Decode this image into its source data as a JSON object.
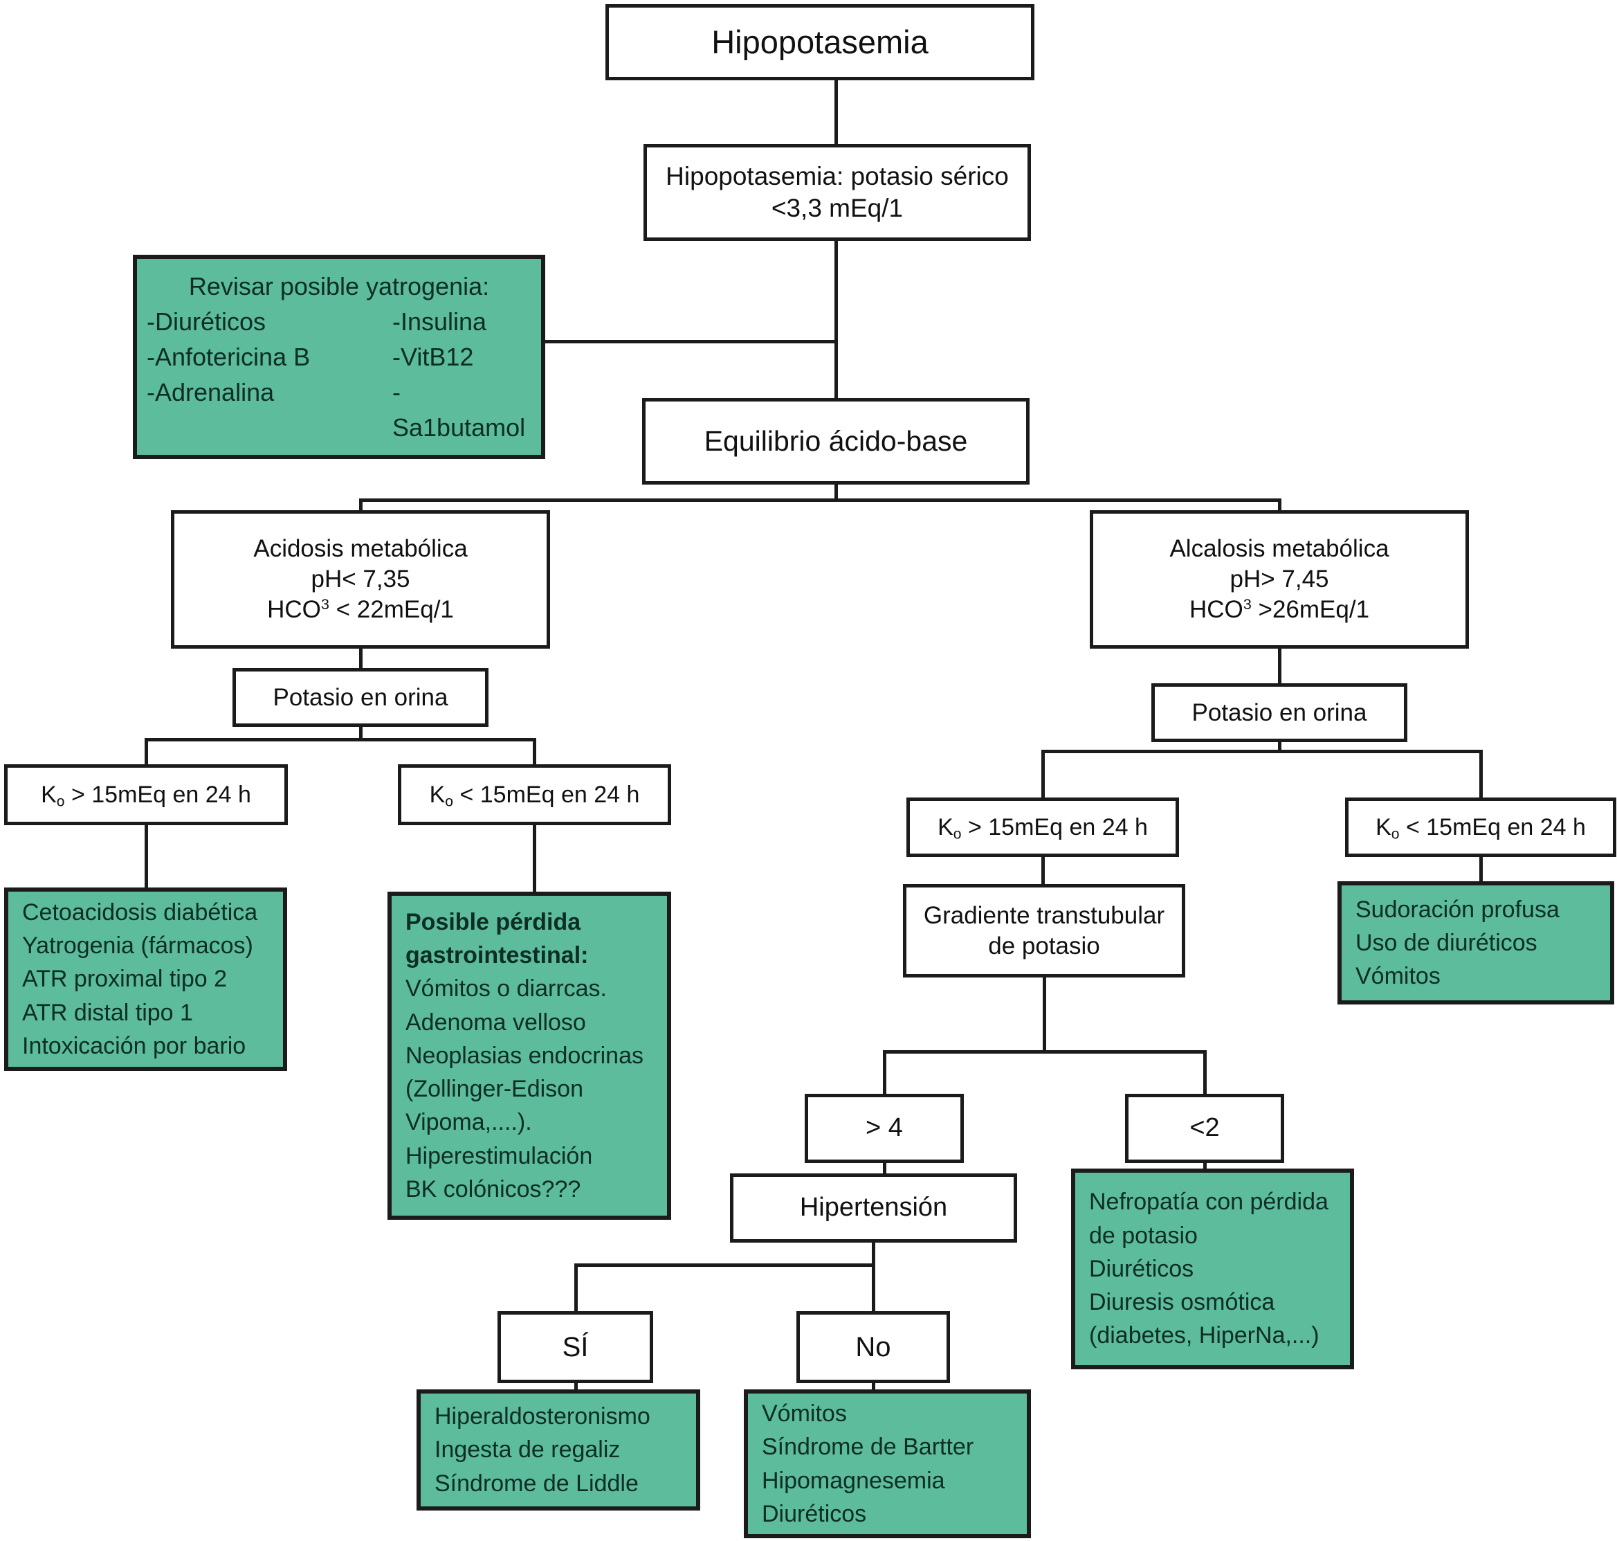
{
  "colors": {
    "green_fill": "#5cbc9c",
    "line": "#1b1b1b",
    "text": "#111111",
    "green_text": "#0e2d24",
    "background": "#ffffff"
  },
  "nodes": {
    "title": "Hipopotasemia",
    "definition": {
      "line1": "Hipopotasemia: potasio sérico",
      "line2": "<3,3 mEq/1"
    },
    "yatrogenia": {
      "title": "Revisar posible yatrogenia:",
      "col1": [
        "-Diuréticos",
        "-Anfotericina B",
        "-Adrenalina"
      ],
      "col2": [
        "-Insulina",
        "-VitB12",
        "-Sa1butamol"
      ]
    },
    "equilibrio": "Equilibrio ácido-base",
    "acidosis": {
      "line1": "Acidosis metabólica",
      "line2": "pH< 7,35",
      "hco_base": "HCO",
      "hco_sup": "3",
      "hco_rest": " < 22mEq/1"
    },
    "alcalosis": {
      "line1": "Alcalosis metabólica",
      "line2": "pH> 7,45",
      "hco_base": "HCO",
      "hco_sup": "3",
      "hco_rest": " >26mEq/1"
    },
    "potasio_orina": "Potasio en orina",
    "k_gt": {
      "base": "K",
      "sub": "o",
      "rest": " > 15mEq en 24 h"
    },
    "k_lt": {
      "base": "K",
      "sub": "o",
      "rest": " < 15mEq en 24 h"
    },
    "cetoacidosis": {
      "lines": [
        "Cetoacidosis diabética",
        "Yatrogenia (fármacos)",
        "ATR proximal tipo 2",
        "ATR distal tipo 1",
        "Intoxicación por bario"
      ]
    },
    "perdida_gi": {
      "bold1": "Posible pérdida",
      "bold2": "gastrointestinal:",
      "lines": [
        "Vómitos o diarrcas.",
        "Adenoma velloso",
        "Neoplasias endocrinas",
        "(Zollinger-Edison",
        "Vipoma,....).",
        "Hiperestimulación",
        "BK colónicos???"
      ]
    },
    "gradiente": {
      "line1": "Gradiente transtubular",
      "line2": "de potasio"
    },
    "sudoracion": {
      "lines": [
        "Sudoración profusa",
        "Uso de diuréticos",
        "Vómitos"
      ]
    },
    "gt4": "> 4",
    "lt2": "<2",
    "hipertension": "Hipertensión",
    "si": "SÍ",
    "no": "No",
    "hiperaldosteronismo": {
      "lines": [
        "Hiperaldosteronismo",
        "Ingesta de regaliz",
        "Síndrome de Liddle"
      ]
    },
    "vomitos_bartter": {
      "lines": [
        "Vómitos",
        "Síndrome de Bartter",
        "Hipomagnesemia",
        "Diuréticos"
      ]
    },
    "nefropatia": {
      "lines": [
        "Nefropatía con pérdida",
        "de potasio",
        "Diuréticos",
        "Diuresis osmótica",
        "(diabetes, HiperNa,...)"
      ]
    }
  }
}
